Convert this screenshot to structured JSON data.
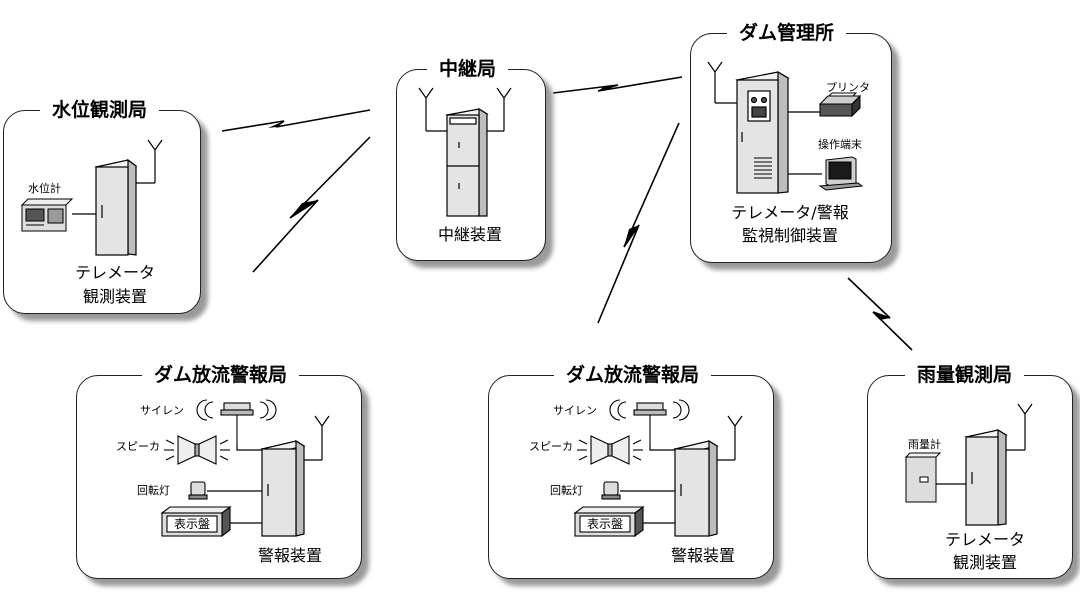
{
  "stations": {
    "water_level": {
      "title": "水位観測局",
      "gauge_label": "水位計",
      "caption_line1": "テレメータ",
      "caption_line2": "観測装置"
    },
    "relay": {
      "title": "中継局",
      "caption": "中継装置"
    },
    "dam_office": {
      "title": "ダム管理所",
      "printer_label": "プリンタ",
      "terminal_label": "操作端末",
      "caption_line1": "テレメータ/警報",
      "caption_line2": "監視制御装置"
    },
    "discharge_left": {
      "title": "ダム放流警報局",
      "siren_label": "サイレン",
      "speaker_label": "スピーカ",
      "beacon_label": "回転灯",
      "display_label": "表示盤",
      "caption": "警報装置"
    },
    "discharge_right": {
      "title": "ダム放流警報局",
      "siren_label": "サイレン",
      "speaker_label": "スピーカ",
      "beacon_label": "回転灯",
      "display_label": "表示盤",
      "caption": "警報装置"
    },
    "rain": {
      "title": "雨量観測局",
      "gauge_label": "雨量計",
      "caption_line1": "テレメータ",
      "caption_line2": "観測装置"
    }
  },
  "icons": [
    "antenna-icon",
    "cabinet-icon",
    "water-level-meter-icon",
    "printer-icon",
    "monitor-icon",
    "siren-icon",
    "speaker-icon",
    "beacon-icon",
    "rain-gauge-icon",
    "radio-link-icon"
  ]
}
